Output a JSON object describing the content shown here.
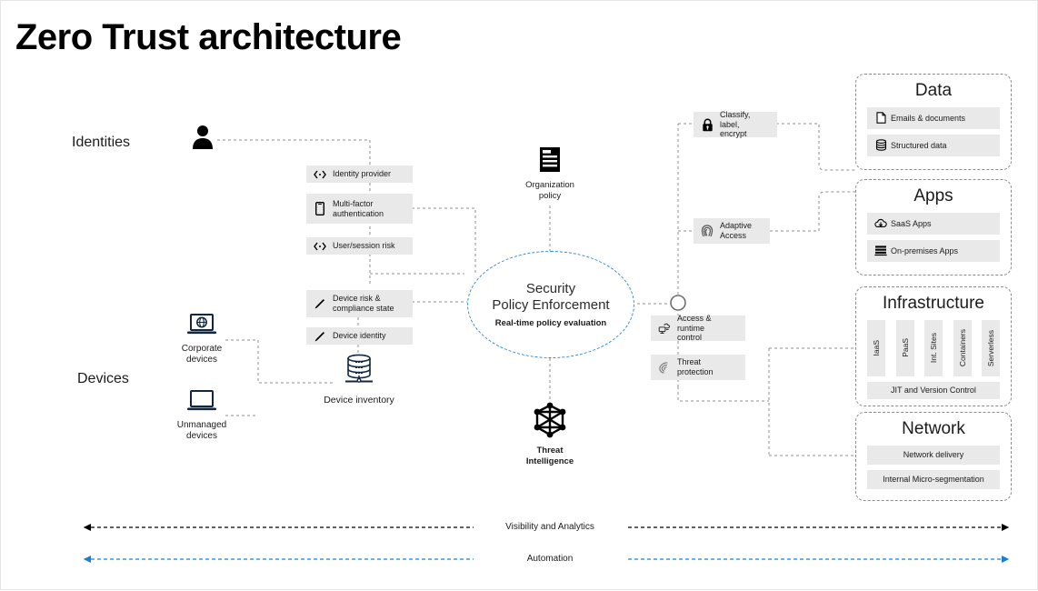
{
  "title": "Zero Trust architecture",
  "colors": {
    "accent_blue": "#2e8bd0",
    "chip_gray": "#e9e9e9",
    "dash_gray": "#8a8a8a",
    "text": "#1b1b1b"
  },
  "left_labels": {
    "identities": "Identities",
    "devices": "Devices"
  },
  "identity_icon": {
    "name": "person-icon"
  },
  "identity_chips": [
    {
      "icon": "bidirectional-arrow-icon",
      "label": "Identity  provider"
    },
    {
      "icon": "mobile-phone-icon",
      "label": "Multi-factor\nauthentication"
    },
    {
      "icon": "bidirectional-arrow-icon",
      "label": "User/session risk"
    }
  ],
  "device_chips": [
    {
      "icon": "pencil-icon",
      "label": "Device  risk &\ncompliance  state"
    },
    {
      "icon": "pencil-icon",
      "label": "Device  identity"
    }
  ],
  "device_icons": [
    {
      "icon": "laptop-globe-icon",
      "label": "Corporate\ndevices"
    },
    {
      "icon": "laptop-icon",
      "label": "Unmanaged\ndevices"
    }
  ],
  "device_inventory": {
    "icon": "database-stack-icon",
    "label": "Device inventory"
  },
  "organization_policy": {
    "icon": "document-lines-icon",
    "label": "Organization\npolicy"
  },
  "threat_intelligence": {
    "icon": "network-graph-icon",
    "label": "Threat\nIntelligence"
  },
  "core": {
    "line1": "Security",
    "line2": "Policy  Enforcement",
    "subtitle": "Real-time policy evaluation"
  },
  "enforcement_chips": [
    {
      "icon": "lock-icon",
      "label": "Classify, label,\nencrypt"
    },
    {
      "icon": "fingerprint-icon",
      "label": "Adaptive\nAccess"
    },
    {
      "icon": "monitor-cloud-icon",
      "label": "Access & runtime\ncontrol"
    },
    {
      "icon": "shield-radar-icon",
      "label": "Threat protection"
    }
  ],
  "panels": [
    {
      "title": "Data",
      "rows": [
        {
          "icon": "file-icon",
          "label": "Emails & documents"
        },
        {
          "icon": "database-icon",
          "label": "Structured  data"
        }
      ]
    },
    {
      "title": "Apps",
      "rows": [
        {
          "icon": "cloud-download-icon",
          "label": "SaaS Apps"
        },
        {
          "icon": "server-rack-icon",
          "label": "On-premises Apps"
        }
      ]
    },
    {
      "title": "Infrastructure",
      "columns": [
        "IaaS",
        "PaaS",
        "Int. Sites",
        "Containers",
        "Serverless"
      ],
      "rows": [
        {
          "icon": "",
          "label": "JIT and Version  Control"
        }
      ]
    },
    {
      "title": "Network",
      "rows": [
        {
          "icon": "",
          "label": "Network delivery"
        },
        {
          "icon": "",
          "label": "Internal Micro-segmentation"
        }
      ]
    }
  ],
  "bottom_strips": [
    {
      "label": "Visibility and Analytics",
      "color": "#000000"
    },
    {
      "label": "Automation",
      "color": "#1a7fd4"
    }
  ]
}
